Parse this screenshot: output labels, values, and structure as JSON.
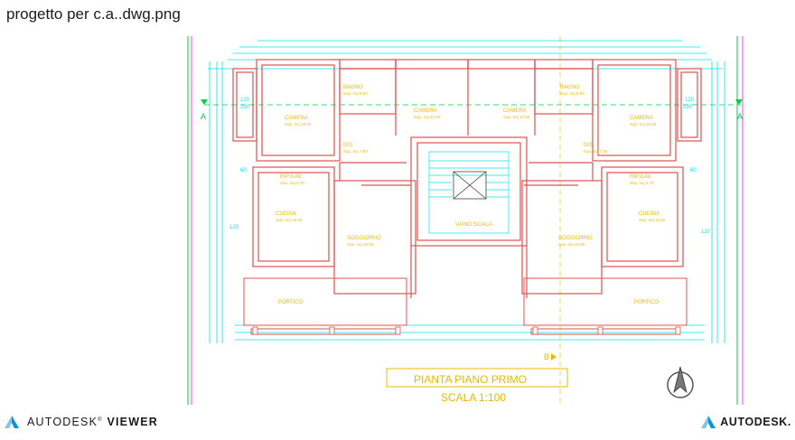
{
  "window": {
    "title": "progetto per c.a..dwg.png"
  },
  "drawing": {
    "title_block": {
      "title": "PIANTA PIANO PRIMO",
      "scale": "SCALA 1:100"
    },
    "section_marks": {
      "a": "A",
      "b": "B"
    },
    "stair_label": "VANO SCALA",
    "rooms_left": [
      {
        "name": "BAGNO",
        "area": "Sup. mq 6.80"
      },
      {
        "name": "CAMERA",
        "area": "Sup. mq 16.00"
      },
      {
        "name": "CAMERA",
        "area": "Sup. mq 13.15"
      },
      {
        "name": "DIS.",
        "area": "Sup. mq 7.50"
      },
      {
        "name": "RIP./LAV.",
        "area": "Sup. mq 4.70"
      },
      {
        "name": "CUCINA",
        "area": "Sup. mq 15.00"
      },
      {
        "name": "SOGGIORNO",
        "area": "Sup. mq 19.00"
      },
      {
        "name": "PORTICO",
        "area": ""
      }
    ],
    "rooms_right": [
      {
        "name": "BAGNO",
        "area": "Sup. mq 6.80"
      },
      {
        "name": "CAMERA",
        "area": "Sup. mq 16.00"
      },
      {
        "name": "CAMERA",
        "area": "Sup. mq 13.15"
      },
      {
        "name": "DIS.",
        "area": "Sup. mq 7.50"
      },
      {
        "name": "RIP./LAV.",
        "area": "Sup. mq 4.70"
      },
      {
        "name": "CUCINA",
        "area": "Sup. mq 15.50"
      },
      {
        "name": "SOGGIORNO",
        "area": "Sup. mq 19.00"
      },
      {
        "name": "PORTICO",
        "area": ""
      }
    ],
    "dimensions": {
      "d120": "120",
      "d230": "230",
      "d60": "60"
    },
    "colors": {
      "wall": "#e05050",
      "dim": "#00e5ee",
      "text": "#e8b800",
      "grid": "#00cc44",
      "pink": "#ff3cff"
    }
  },
  "footer": {
    "left_brand": "AUTODESK",
    "left_product": "VIEWER",
    "right_brand": "AUTODESK."
  }
}
